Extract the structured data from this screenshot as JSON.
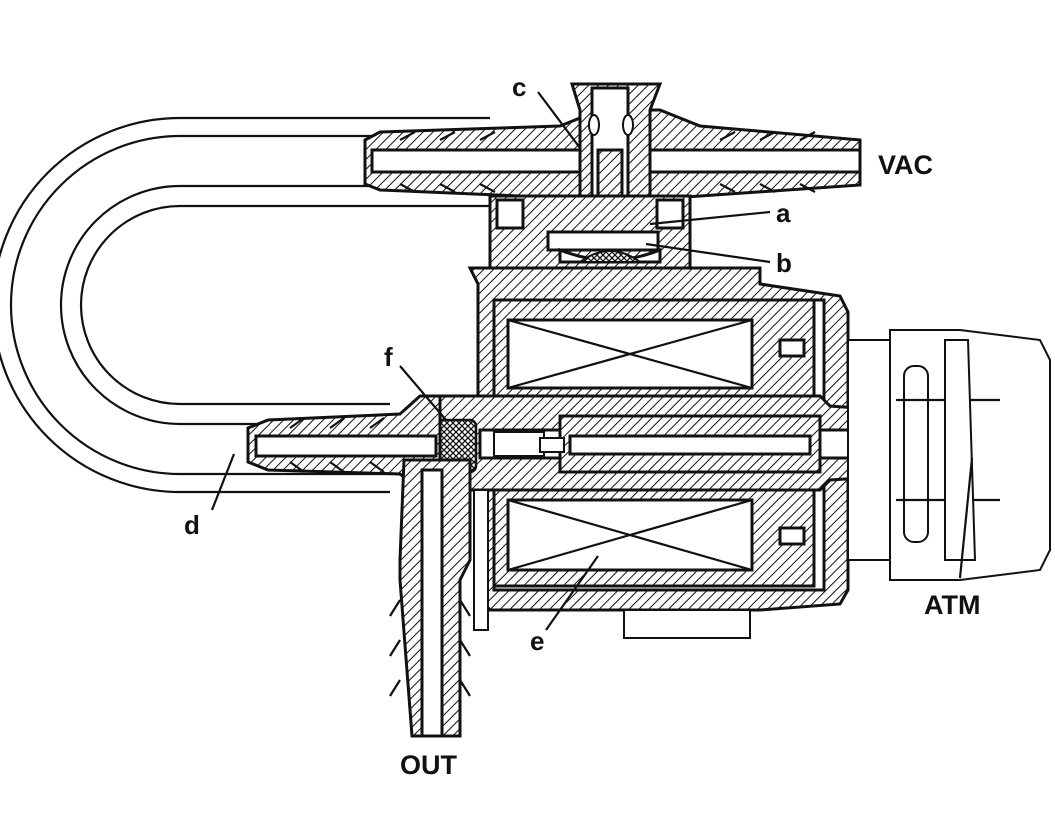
{
  "labels": {
    "vac": "VAC",
    "atm": "ATM",
    "out": "OUT",
    "a": "a",
    "b": "b",
    "c": "c",
    "d": "d",
    "e": "e",
    "f": "f"
  }
}
